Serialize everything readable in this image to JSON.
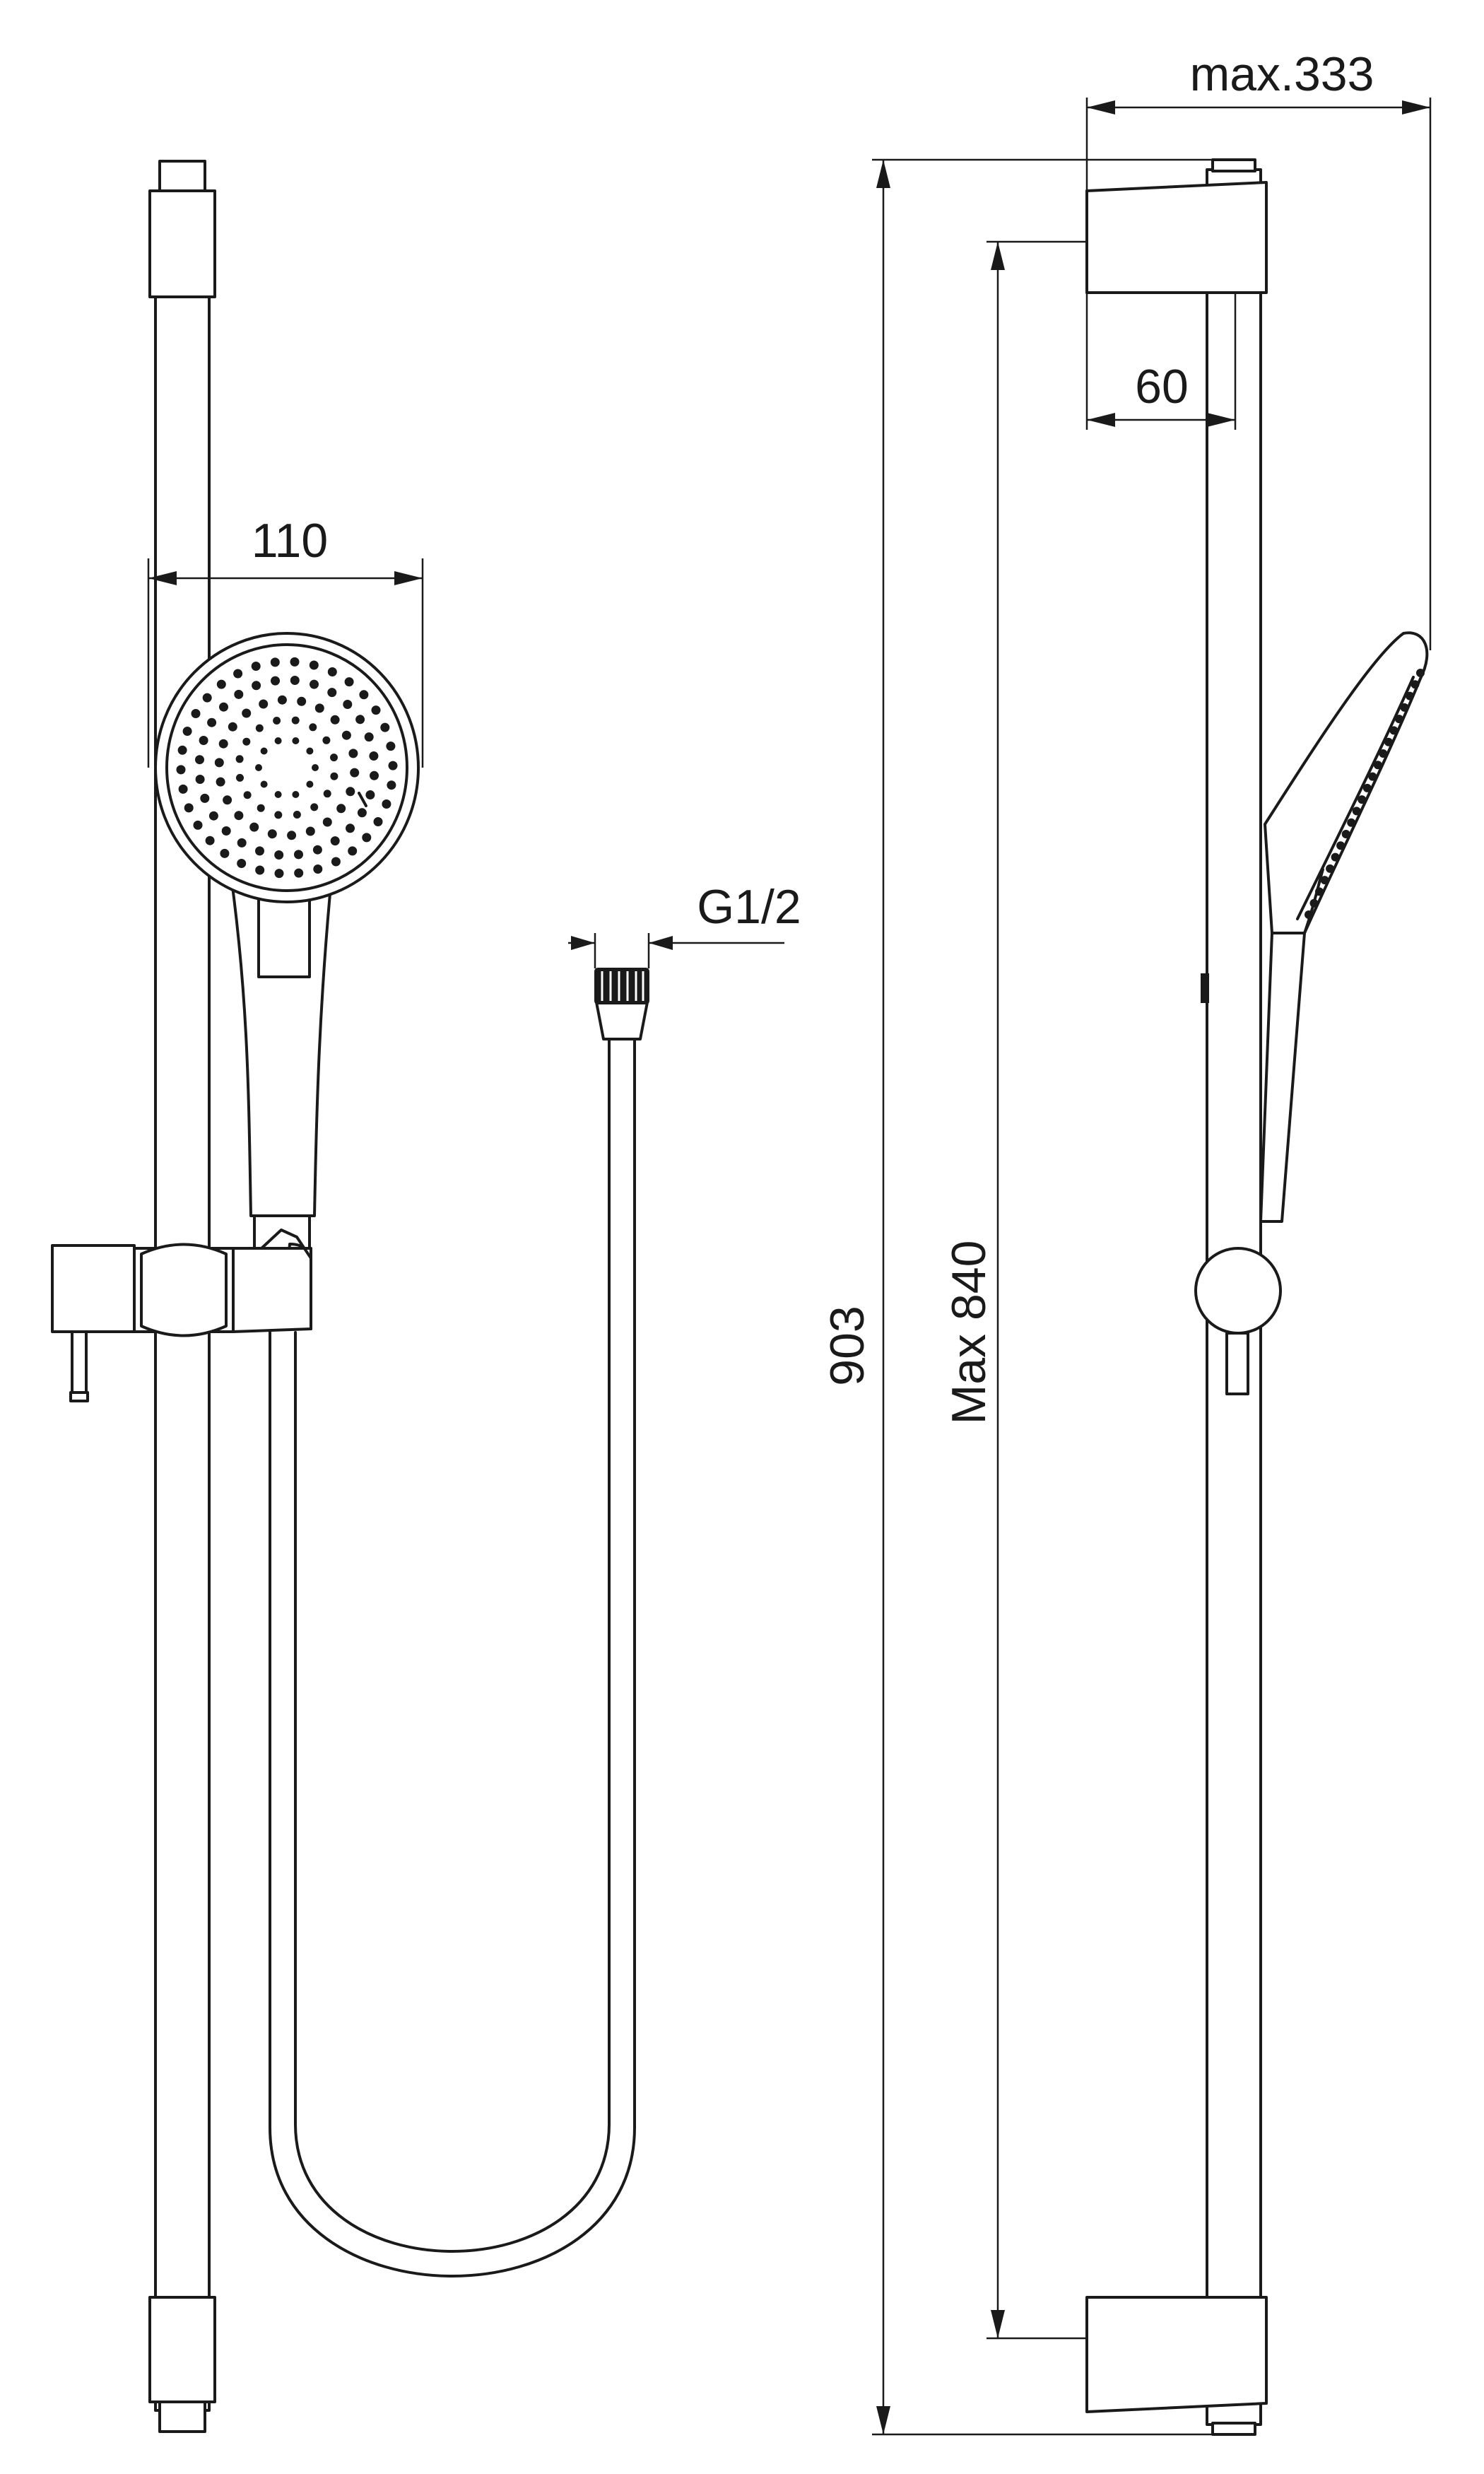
{
  "dimensions": {
    "hand_shower_width": "110",
    "hose_thread": "G1/2",
    "max_projection": "max.333",
    "bracket_depth": "60",
    "rail_length": "903",
    "max_slide_height": "Max 840"
  },
  "colors": {
    "line": "#1a1a1a",
    "background": "#ffffff"
  }
}
